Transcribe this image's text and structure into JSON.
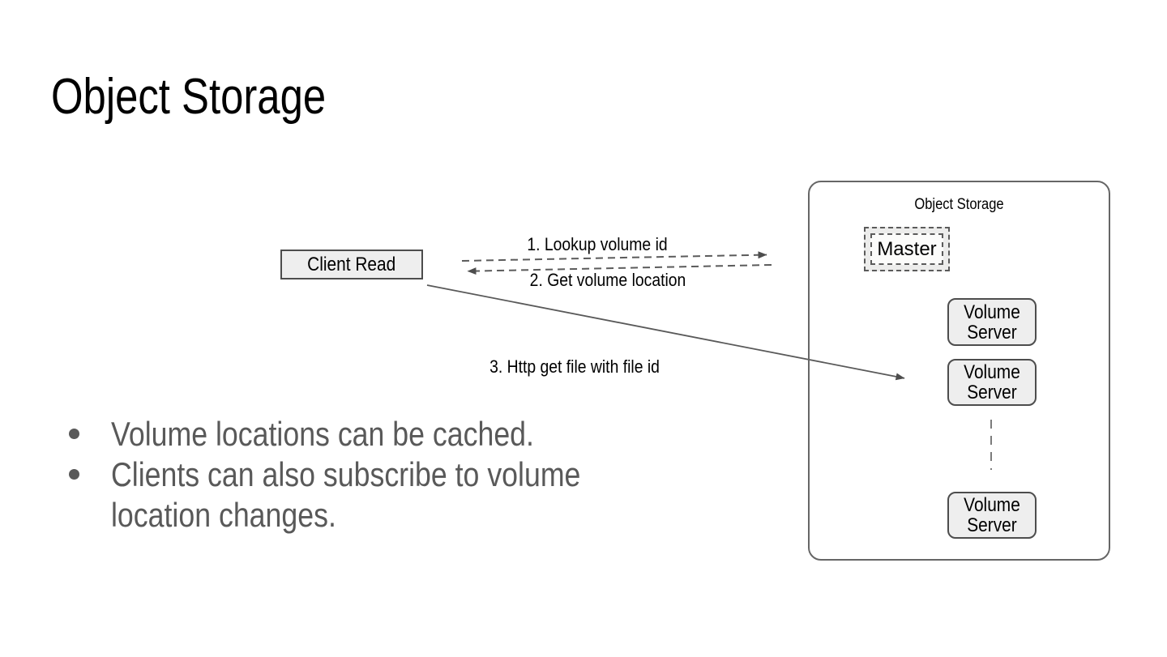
{
  "slide": {
    "title": "Object Storage",
    "bullets": [
      "Volume locations can be cached.",
      "Clients can also subscribe to volume location changes."
    ]
  },
  "diagram": {
    "client_box_label": "Client Read",
    "container_title": "Object Storage",
    "master_label": "Master",
    "volume_servers": [
      "Volume Server",
      "Volume Server",
      "Volume Server"
    ],
    "arrow_labels": {
      "lookup": "1. Lookup volume id",
      "response": "2. Get volume location",
      "http_get": "3. Http get file with file id"
    }
  },
  "colors": {
    "background": "#ffffff",
    "title_text": "#000000",
    "body_text": "#595959",
    "node_fill": "#eeeeee",
    "node_border": "#4d4d4d",
    "connector": "#5b5b5b",
    "container_border": "#666666"
  }
}
